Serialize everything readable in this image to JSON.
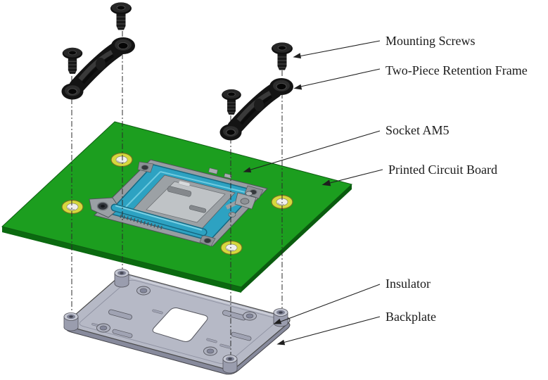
{
  "diagram": {
    "labels": {
      "mounting_screws": "Mounting Screws",
      "retention_frame": "Two-Piece Retention Frame",
      "socket": "Socket AM5",
      "pcb": "Printed Circuit Board",
      "insulator": "Insulator",
      "backplate": "Backplate"
    },
    "colors": {
      "background": "#ffffff",
      "pcb_top": "#1c9e1f",
      "pcb_edge": "#0b6a10",
      "socket_blue": "#2da2c2",
      "socket_blue_dark": "#156882",
      "socket_gray": "#979da2",
      "hole_ring": "#d6d83d",
      "backplate_top": "#b6b9c6",
      "backplate_edge": "#878a9c",
      "hardware_black": "#141414",
      "line_color": "#1f1f1f"
    }
  }
}
